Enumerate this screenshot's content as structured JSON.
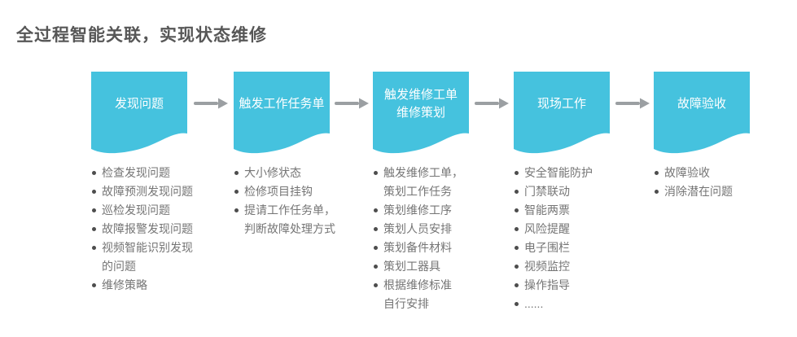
{
  "title": "全过程智能关联，实现状态维修",
  "colors": {
    "flag": "#45C2DE",
    "flag_text": "#FFFFFF",
    "arrow": "#9B9FA2",
    "title_text": "#575757",
    "body_text": "#757575",
    "bullet": "#4D4D4D"
  },
  "stages": [
    {
      "label": "发现问题",
      "items": [
        "检查发现问题",
        "故障预测发现问题",
        "巡检发现问题",
        "故障报警发现问题",
        "视频智能识别发现\n的问题",
        "维修策略"
      ]
    },
    {
      "label": "触发工作任务单",
      "items": [
        "大小修状态",
        "检修项目挂钩",
        "提请工作任务单，\n判断故障处理方式"
      ]
    },
    {
      "label": "触发维修工单\n维修策划",
      "items": [
        "触发维修工单，\n策划工作任务",
        "策划维修工序",
        "策划人员安排",
        "策划备件材料",
        "策划工器具",
        "根据维修标准\n自行安排"
      ]
    },
    {
      "label": "现场工作",
      "items": [
        "安全智能防护",
        "门禁联动",
        "智能两票",
        "风险提醒",
        "电子围栏",
        "视频监控",
        "操作指导",
        "......"
      ]
    },
    {
      "label": "故障验收",
      "items": [
        "故障验收",
        "消除潜在问题"
      ]
    }
  ]
}
